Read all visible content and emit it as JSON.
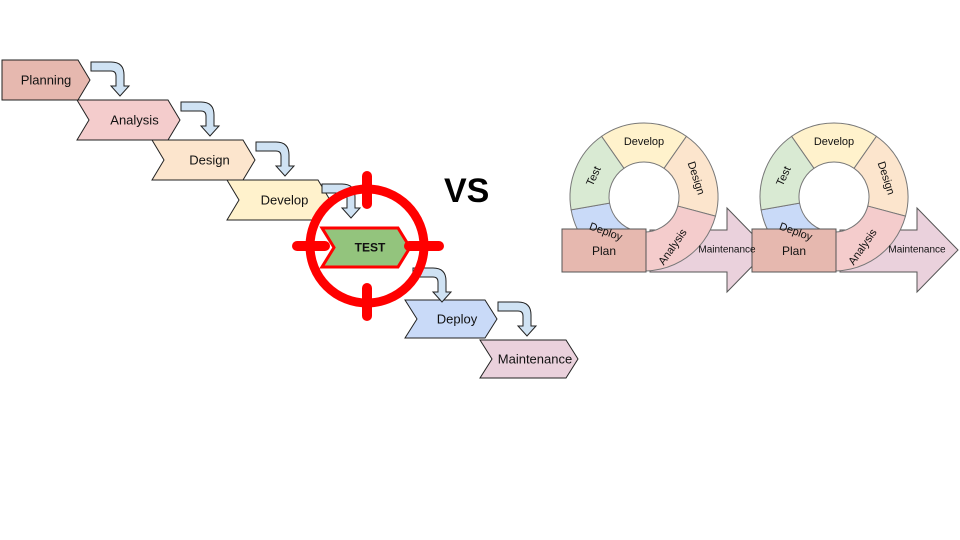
{
  "waterfall": {
    "steps": [
      {
        "label": "Planning",
        "color": "#e6b8af"
      },
      {
        "label": "Analysis",
        "color": "#f4cccc"
      },
      {
        "label": "Design",
        "color": "#fce5cd"
      },
      {
        "label": "Develop",
        "color": "#fff2cc"
      },
      {
        "label": "TEST",
        "color": "#93c47d",
        "highlight": true
      },
      {
        "label": "Deploy",
        "color": "#c9daf8"
      },
      {
        "label": "Maintenance",
        "color": "#ead1dc"
      }
    ],
    "connector_color": "#cfe2f3",
    "target_color": "#ff0000"
  },
  "vs_label": "VS",
  "cycle": {
    "segments": [
      {
        "label": "Develop",
        "color": "#fff2cc"
      },
      {
        "label": "Design",
        "color": "#fce5cd"
      },
      {
        "label": "Analysis",
        "color": "#f4cccc"
      },
      {
        "label": "Deploy",
        "color": "#c9daf8"
      },
      {
        "label": "Test",
        "color": "#d9ead3"
      }
    ],
    "plan_label": "Plan",
    "plan_color": "#e6b8af",
    "maintenance_label": "Maintenance",
    "maintenance_color": "#ead1dc",
    "copies": 2
  }
}
